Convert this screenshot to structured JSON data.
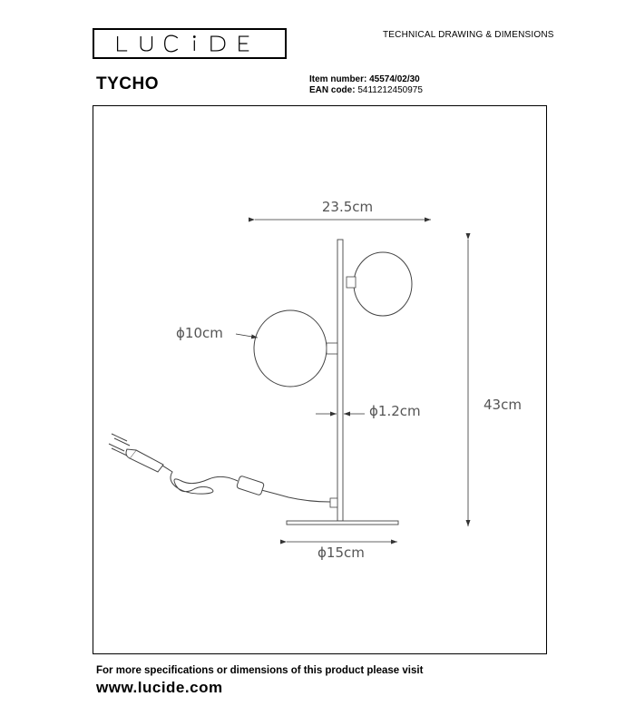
{
  "header": {
    "brand": "LUCIDE",
    "doc_heading": "TECHNICAL DRAWING & DIMENSIONS"
  },
  "product": {
    "name": "TYCHO",
    "item_number_label": "Item number:",
    "item_number": "45574/02/30",
    "ean_label": "EAN code:",
    "ean": "5411212450975"
  },
  "dimensions": {
    "width": "23.5cm",
    "height": "43cm",
    "shade_diameter": "ϕ10cm",
    "stem_diameter": "ϕ1.2cm",
    "base_diameter": "ϕ15cm"
  },
  "footer": {
    "line1": "For more specifications or dimensions of this product please visit",
    "url": "www.lucide.com"
  }
}
